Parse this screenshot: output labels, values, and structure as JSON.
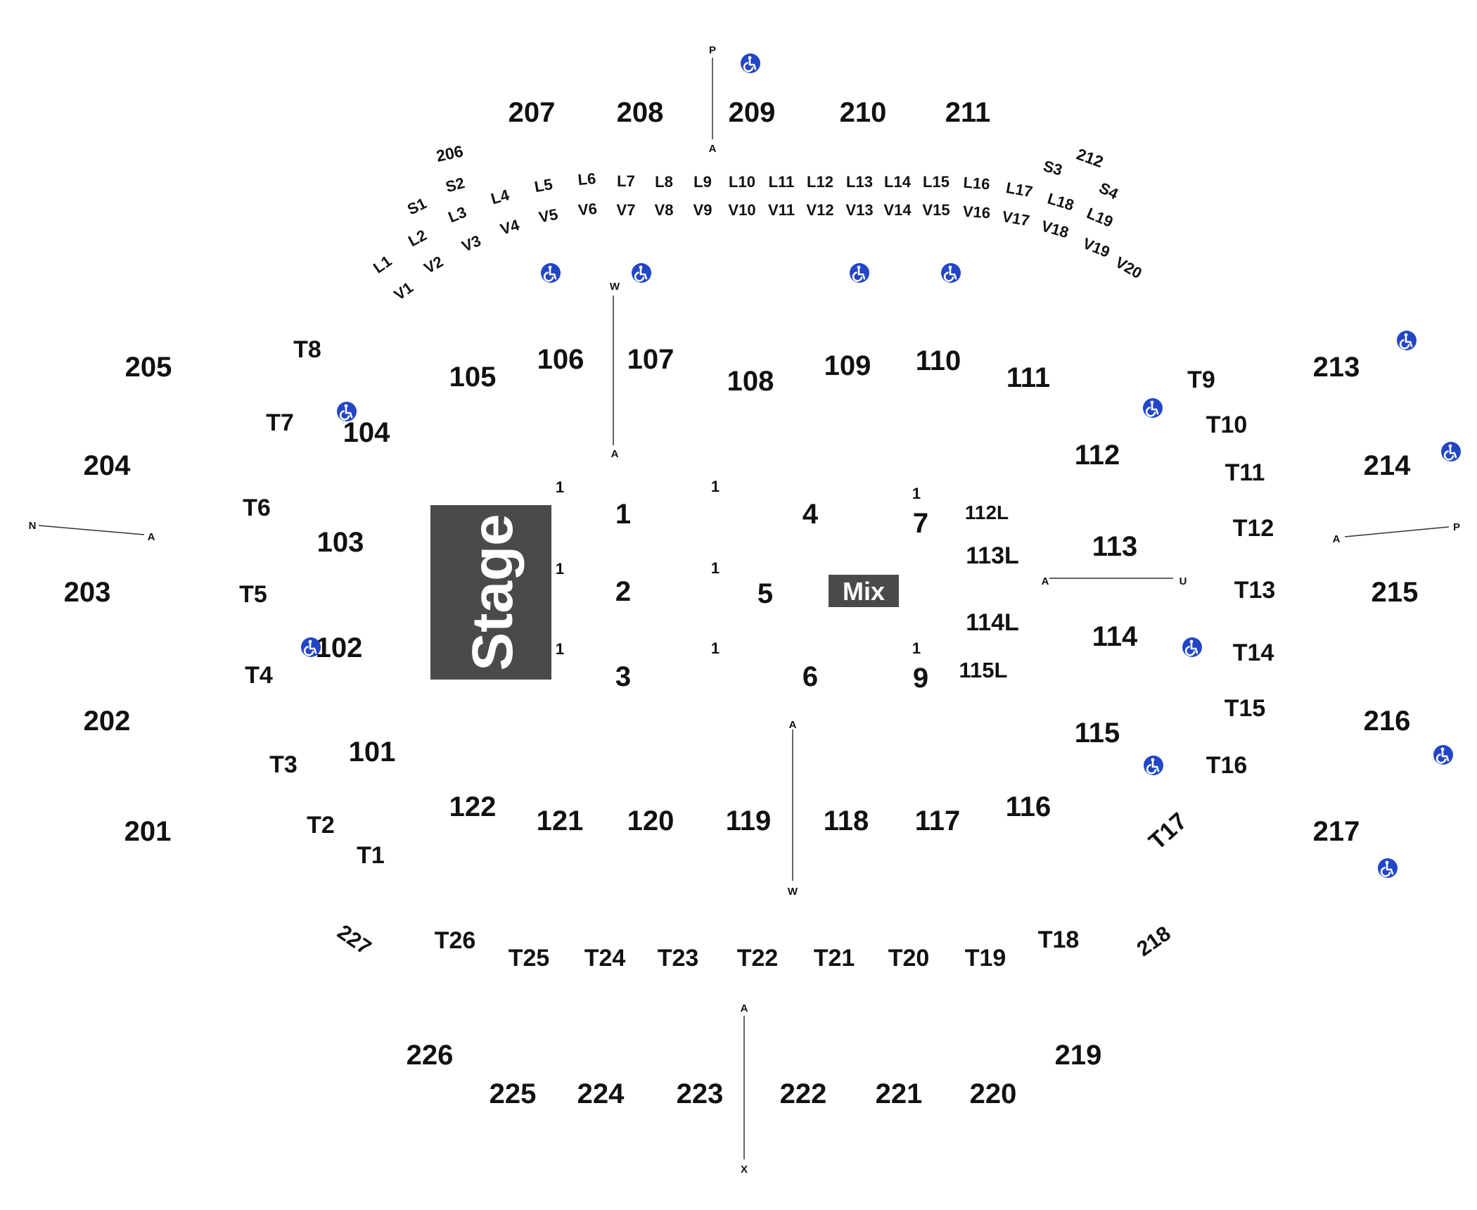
{
  "colors": {
    "stage_fill": "#4a4a4a",
    "mix_fill": "#4a4a4a",
    "label_text": "#111111",
    "accessible_icon_bg": "#2246c6",
    "aisle_line": "#333333"
  },
  "stage": {
    "label": "Stage"
  },
  "mix": {
    "label": "Mix"
  },
  "floor_sections": [
    "1",
    "2",
    "3",
    "4",
    "5",
    "6",
    "7",
    "9"
  ],
  "floor_row_markers": [
    "1",
    "1",
    "1",
    "1",
    "1",
    "1",
    "1",
    "1"
  ],
  "floor_side_sections": [
    "112L",
    "113L",
    "114L",
    "115L"
  ],
  "lower_sections": [
    "101",
    "102",
    "103",
    "104",
    "105",
    "106",
    "107",
    "108",
    "109",
    "110",
    "111",
    "112",
    "113",
    "114",
    "115",
    "116",
    "117",
    "118",
    "119",
    "120",
    "121",
    "122"
  ],
  "upper_sections": [
    "201",
    "202",
    "203",
    "204",
    "205",
    "207",
    "208",
    "209",
    "210",
    "211",
    "213",
    "214",
    "215",
    "216",
    "217",
    "219",
    "220",
    "221",
    "222",
    "223",
    "224",
    "225",
    "226"
  ],
  "upper_corner_sections": [
    "206",
    "212",
    "218",
    "227"
  ],
  "tables": [
    "T1",
    "T2",
    "T3",
    "T4",
    "T5",
    "T6",
    "T7",
    "T8",
    "T9",
    "T10",
    "T11",
    "T12",
    "T13",
    "T14",
    "T15",
    "T16",
    "T17",
    "T18",
    "T19",
    "T20",
    "T21",
    "T22",
    "T23",
    "T24",
    "T25",
    "T26"
  ],
  "loge_boxes": [
    "L1",
    "L2",
    "L3",
    "L4",
    "L5",
    "L6",
    "L7",
    "L8",
    "L9",
    "L10",
    "L11",
    "L12",
    "L13",
    "L14",
    "L15",
    "L16",
    "L17",
    "L18",
    "L19"
  ],
  "vip_boxes": [
    "V1",
    "V2",
    "V3",
    "V4",
    "V5",
    "V6",
    "V7",
    "V8",
    "V9",
    "V10",
    "V11",
    "V12",
    "V13",
    "V14",
    "V15",
    "V16",
    "V17",
    "V18",
    "V19",
    "V20"
  ],
  "suites": [
    "S1",
    "S2",
    "S3",
    "S4"
  ],
  "aisle_labels": {
    "top_upper": [
      "P",
      "A"
    ],
    "top_lower": [
      "W",
      "A"
    ],
    "floor_center": [
      "A",
      "W"
    ],
    "bottom_upper": [
      "A",
      "X"
    ],
    "left": [
      "N",
      "A"
    ],
    "right": [
      "A",
      "P"
    ],
    "right_floor": [
      "A",
      "U"
    ]
  },
  "accessible_icon": "wheelchair-icon",
  "accessible_count": 14
}
